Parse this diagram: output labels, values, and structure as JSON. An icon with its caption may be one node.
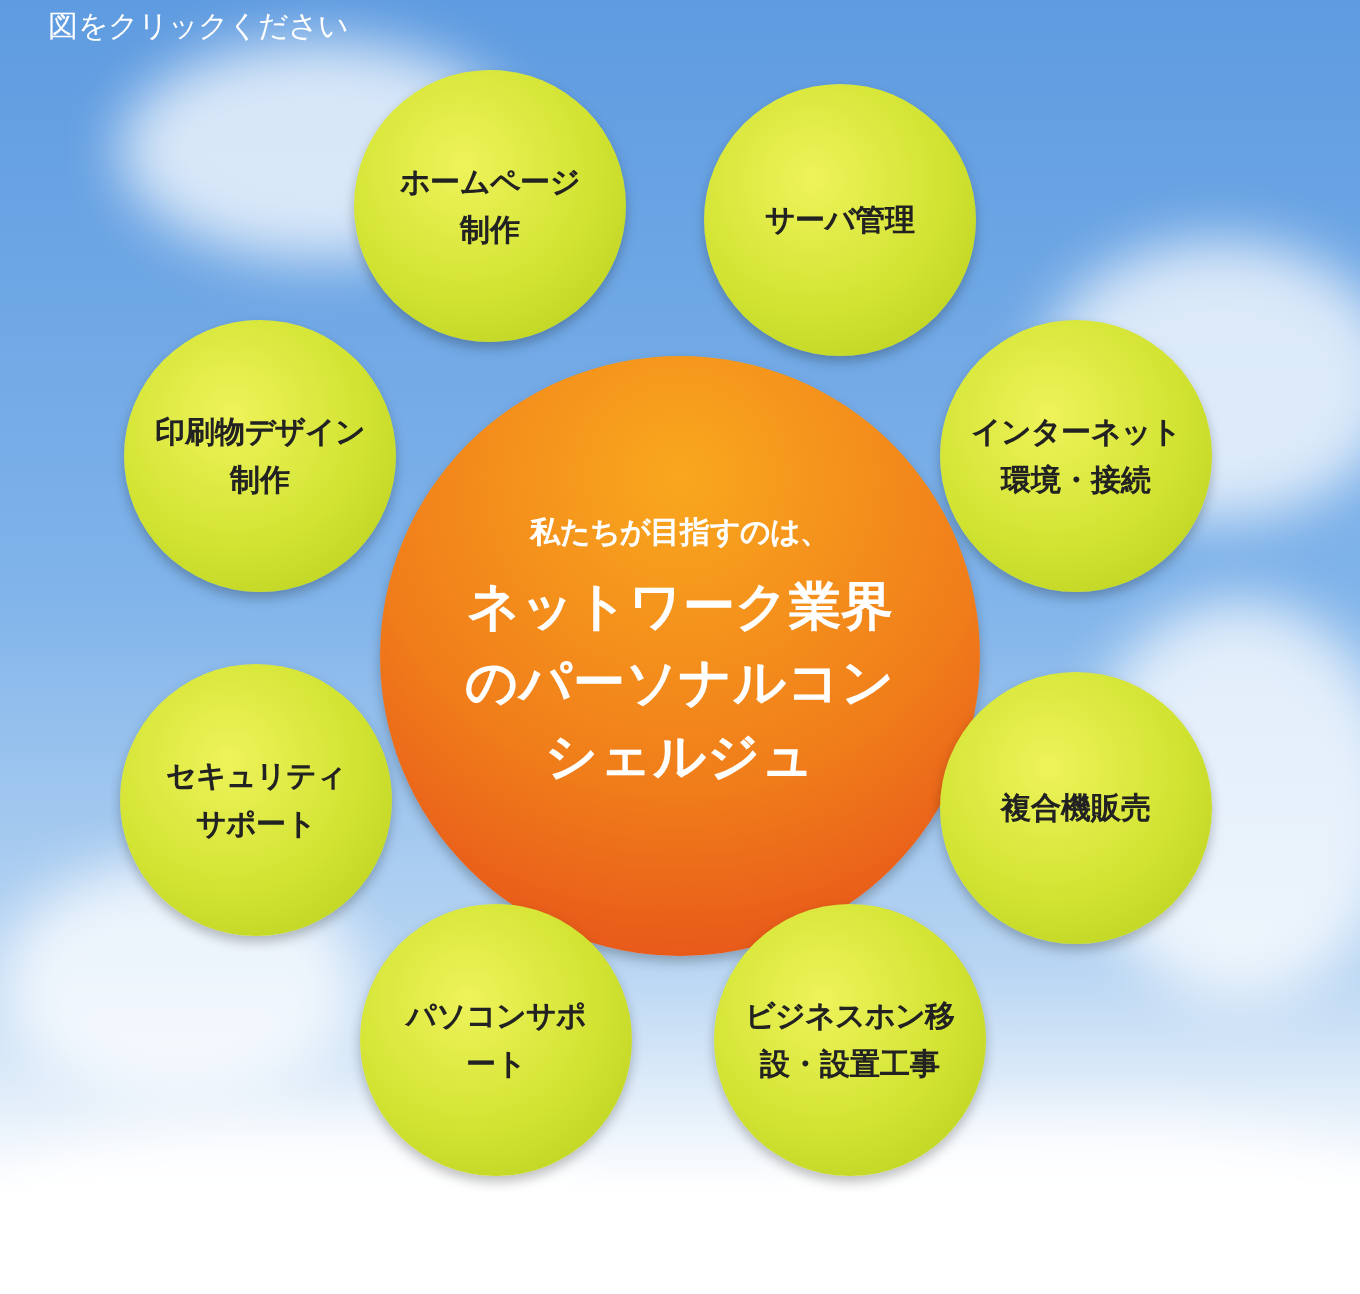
{
  "diagram": {
    "nodes": [
      {
        "text": [
          "ホームページ制作"
        ]
      },
      {
        "text": [
          "サーバ管理"
        ]
      },
      {
        "text": [
          "印刷物デザイン制作"
        ]
      },
      {
        "text": [
          "インターネット環境・接続"
        ]
      },
      {
        "text": [
          "私たちが目指すのは、",
          "ネットワーク業界のパーソナルコンシェルジュ"
        ]
      },
      {
        "text": [
          "セキュリティサポート"
        ]
      },
      {
        "text": [
          "複合機販売"
        ]
      },
      {
        "text": [
          "パソコンサポート"
        ]
      },
      {
        "text": [
          "ビジネスホン移設・設置工事"
        ]
      }
    ],
    "edges": [],
    "labels": [
      "図をクリックください"
    ]
  }
}
